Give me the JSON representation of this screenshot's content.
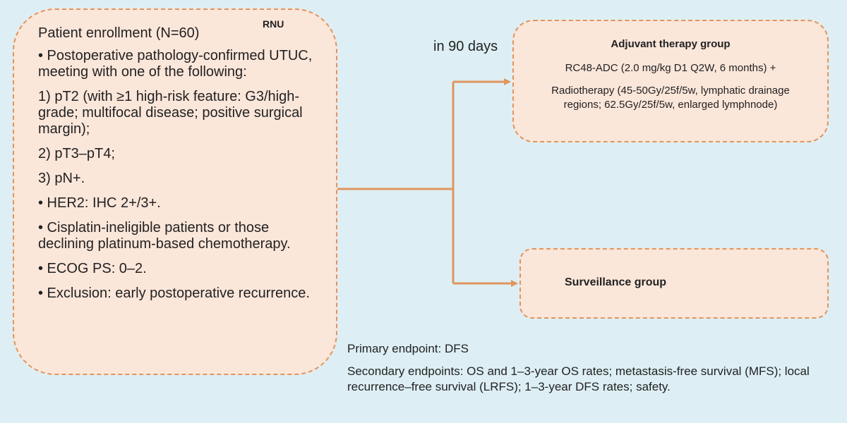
{
  "enrollment": {
    "title": "Patient enrollment (N=60)",
    "tag": "RNU",
    "items": [
      "• Postoperative pathology-confirmed UTUC, meeting with one of the following:",
      "1) pT2 (with ≥1 high-risk feature: G3/high-grade; multifocal disease; positive surgical margin);",
      "2) pT3–pT4;",
      "3) pN+.",
      " • HER2: IHC 2+/3+.",
      " • Cisplatin-ineligible patients or those declining platinum-based chemotherapy.",
      "• ECOG PS: 0–2.",
      "• Exclusion: early postoperative recurrence."
    ]
  },
  "timing_label": "in 90 days",
  "adjuvant": {
    "title": "Adjuvant therapy group",
    "line1": "RC48-ADC (2.0 mg/kg D1 Q2W, 6 months) +",
    "line2": "Radiotherapy (45-50Gy/25f/5w, lymphatic drainage regions; 62.5Gy/25f/5w, enlarged lymphnode)"
  },
  "surveillance": {
    "title": "Surveillance group"
  },
  "endpoints": {
    "primary": "Primary endpoint: DFS",
    "secondary": "Secondary endpoints: OS and 1–3-year OS rates; metastasis-free survival (MFS); local recurrence–free survival (LRFS); 1–3-year DFS rates; safety."
  },
  "colors": {
    "arrow": "#e0955f",
    "box_fill": "#fbe6da",
    "background": "#ddeff4"
  }
}
